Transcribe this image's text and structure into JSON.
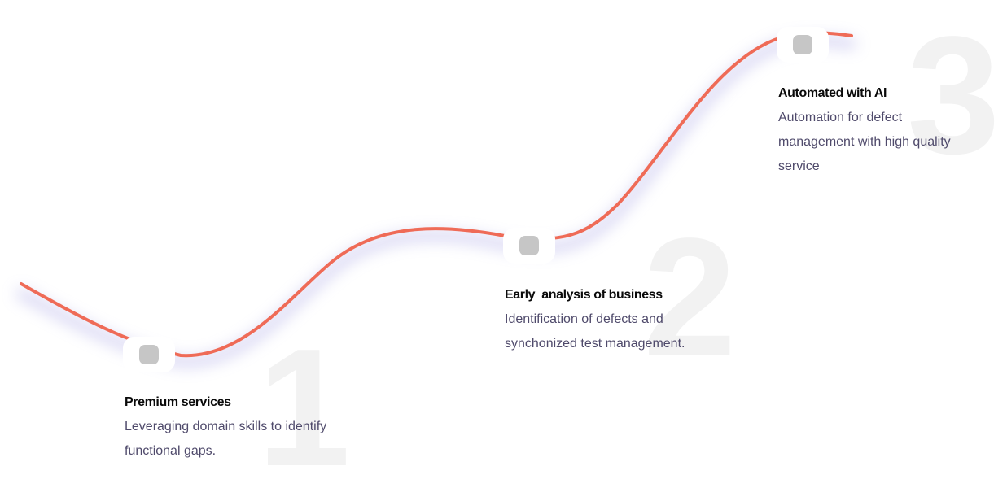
{
  "steps": [
    {
      "number": "1",
      "title": "Premium services",
      "description_lines": [
        "Leveraging domain skills to identify",
        "functional gaps."
      ]
    },
    {
      "number": "2",
      "title": "Early  analysis of business",
      "description_lines": [
        "Identification of defects and",
        "synchonized test management."
      ]
    },
    {
      "number": "3",
      "title": "Automated with AI",
      "description_lines": [
        "Automation for defect",
        "management with high quality",
        "service"
      ]
    }
  ],
  "colors": {
    "curve": "#ef6b57",
    "curve_shadow": "#c9c7ef",
    "big_number": "#f2f2f2",
    "node_dot": "#c6c6c6",
    "title_text": "#0a0a0a",
    "description_text": "#4f4a6b"
  }
}
